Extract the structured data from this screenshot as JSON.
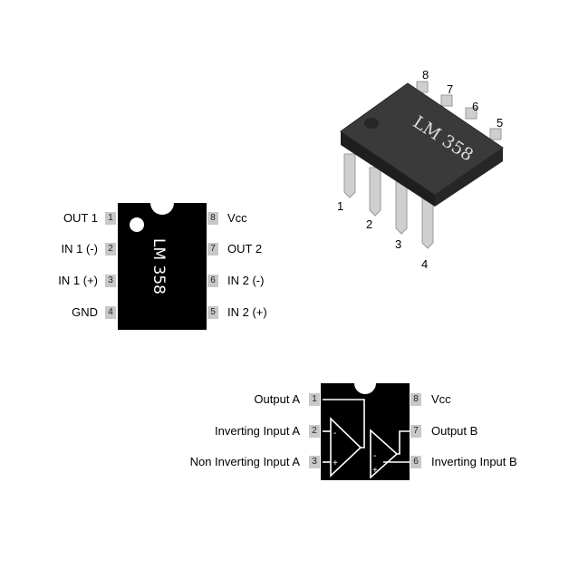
{
  "photo": {
    "marking": "LM 358",
    "pin_numbers": [
      "1",
      "2",
      "3",
      "4",
      "5",
      "6",
      "7",
      "8"
    ]
  },
  "pinout": {
    "marking": "LM 358",
    "left_pins": [
      {
        "num": "1",
        "label": "OUT 1"
      },
      {
        "num": "2",
        "label": "IN 1 (-)"
      },
      {
        "num": "3",
        "label": "IN 1 (+)"
      },
      {
        "num": "4",
        "label": "GND"
      }
    ],
    "right_pins": [
      {
        "num": "8",
        "label": "Vcc"
      },
      {
        "num": "7",
        "label": "OUT 2"
      },
      {
        "num": "6",
        "label": "IN 2 (-)"
      },
      {
        "num": "5",
        "label": "IN 2 (+)"
      }
    ]
  },
  "schematic": {
    "left_pins": [
      {
        "num": "1",
        "label": "Output A"
      },
      {
        "num": "2",
        "label": "Inverting Input A"
      },
      {
        "num": "3",
        "label": "Non Inverting Input A"
      }
    ],
    "right_pins": [
      {
        "num": "8",
        "label": "Vcc"
      },
      {
        "num": "7",
        "label": "Output B"
      },
      {
        "num": "6",
        "label": "Inverting Input B"
      }
    ],
    "opamp_a_signs": {
      "minus": "-",
      "plus": "+"
    },
    "opamp_b_signs": {
      "minus": "-",
      "plus": "+"
    }
  },
  "colors": {
    "chip_body": "#000000",
    "pin_tab": "#c8c8c8",
    "photo_body": "#2f2f2f",
    "photo_pin": "#cfcfcf"
  }
}
